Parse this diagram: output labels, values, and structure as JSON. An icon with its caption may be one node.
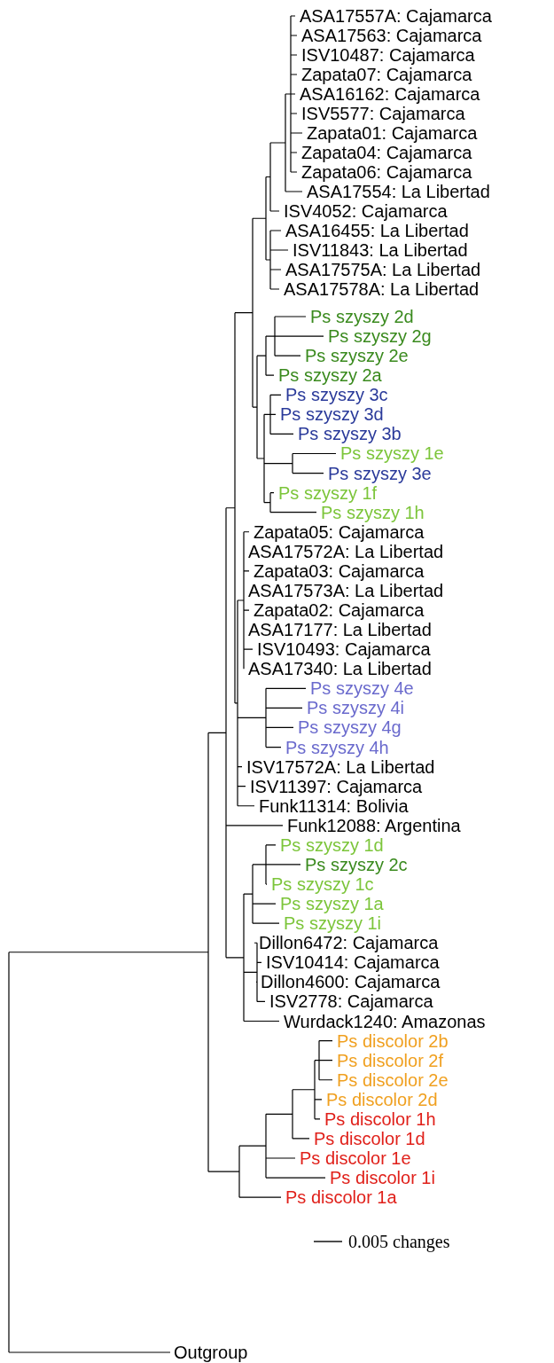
{
  "diagram": {
    "labels": [
      "ASA17557A: Cajamarca",
      "ASA17563: Cajamarca",
      "ISV10487: Cajamarca",
      "Zapata07: Cajamarca",
      "ASA16162: Cajamarca",
      "ISV5577: Cajamarca",
      "Zapata01: Cajamarca",
      "Zapata04: Cajamarca",
      "Zapata06: Cajamarca",
      "ASA17554: La Libertad",
      "ISV4052: Cajamarca",
      "ASA16455: La Libertad",
      "ISV11843: La Libertad",
      "ASA17575A: La Libertad",
      "ASA17578A: La Libertad",
      "Ps szyszy 2d",
      "Ps szyszy 2g",
      "Ps szyszy 2e",
      "Ps szyszy 2a",
      "Ps szyszy 3c",
      "Ps szyszy 3d",
      "Ps szyszy 3b",
      "Ps szyszy 1e",
      "Ps szyszy 3e",
      "Ps szyszy 1f",
      "Ps szyszy 1h",
      "Zapata05: Cajamarca",
      "ASA17572A: La Libertad",
      "Zapata03: Cajamarca",
      "ASA17573A: La Libertad",
      "Zapata02: Cajamarca",
      "ASA17177: La Libertad",
      "ISV10493: Cajamarca",
      "ASA17340: La Libertad",
      "Ps szyszy 4e",
      "Ps szyszy 4i",
      "Ps szyszy 4g",
      "Ps szyszy 4h",
      "ISV17572A: La Libertad",
      "ISV11397: Cajamarca",
      "Funk11314: Bolivia",
      "Funk12088: Argentina",
      "Ps szyszy 1d",
      "Ps szyszy 2c",
      "Ps szyszy 1c",
      "Ps szyszy 1a",
      "Ps szyszy 1i",
      "Dillon6472: Cajamarca",
      "ISV10414: Cajamarca",
      "Dillon4600: Cajamarca",
      "ISV2778: Cajamarca",
      "Wurdack1240: Amazonas",
      "Ps discolor 2b",
      "Ps discolor 2f",
      "Ps discolor 2e",
      "Ps discolor 2d",
      "Ps discolor 1h",
      "Ps discolor 1d",
      "Ps discolor 1e",
      "Ps discolor 1i",
      "Ps discolor 1a",
      "0.005 changes",
      "Outgroup"
    ]
  }
}
